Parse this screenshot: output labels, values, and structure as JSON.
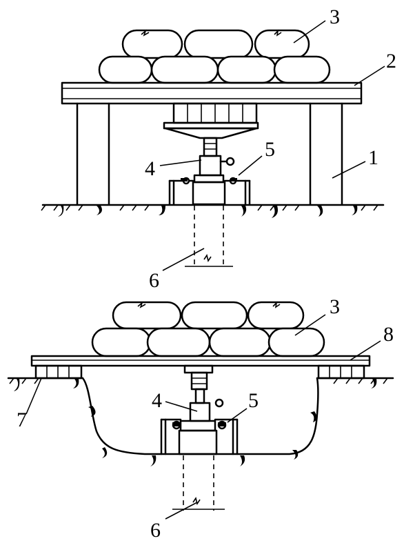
{
  "diagram": {
    "top": {
      "labels": [
        "1",
        "2",
        "3",
        "4",
        "5",
        "6"
      ]
    },
    "bottom": {
      "labels": [
        "3",
        "4",
        "5",
        "6",
        "7",
        "8"
      ]
    }
  }
}
